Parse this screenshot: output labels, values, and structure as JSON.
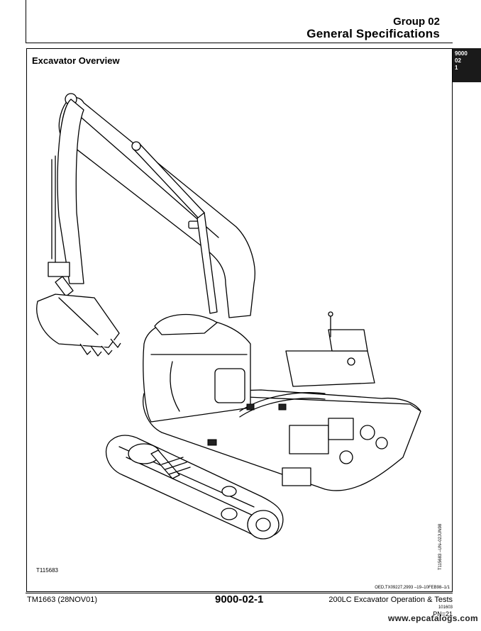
{
  "header": {
    "group_label": "Group 02",
    "title": "General Specifications"
  },
  "section": {
    "title": "Excavator Overview"
  },
  "side_tab": {
    "line1": "9000",
    "line2": "02",
    "line3": "1"
  },
  "figure": {
    "code": "T115683",
    "vertical_code": "T115683 –UN–02JUN98",
    "ref": "OED,TX09227,2993 –19–10FEB98–1/1"
  },
  "footer": {
    "manual_id": "TM1663 (28NOV01)",
    "page_number": "9000-02-1",
    "doc_title": "200LC Excavator Operation & Tests",
    "small_code": "101603",
    "pn": "PN=21"
  },
  "watermark": "www.epcatalogs.com"
}
